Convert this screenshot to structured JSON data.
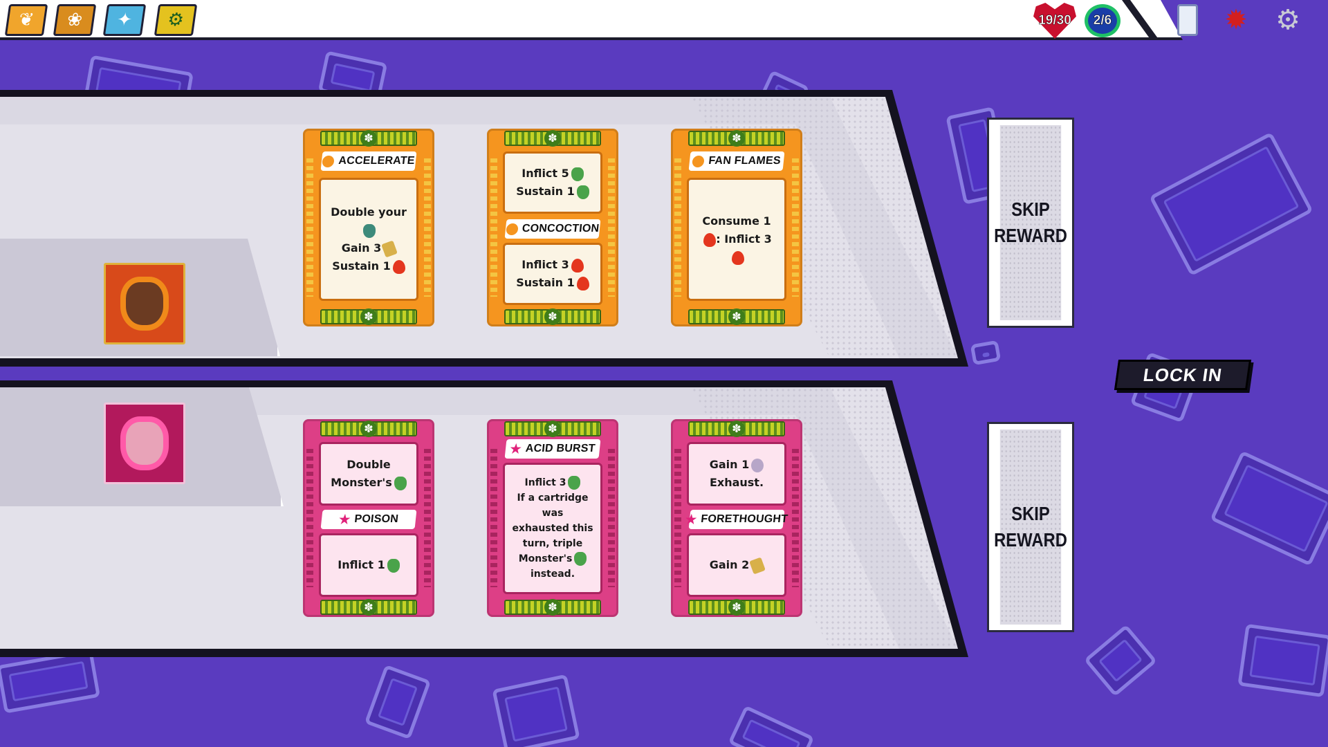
{
  "topbar": {
    "relics": [
      {
        "icon": "feather-relic-icon",
        "color": "#f0a52c"
      },
      {
        "icon": "lotus-relic-icon",
        "color": "#d98c1e"
      },
      {
        "icon": "crystal-relic-icon",
        "color": "#4fb4e0"
      },
      {
        "icon": "gear-relic-icon",
        "color": "#e4c21f"
      }
    ],
    "health": "19/30",
    "deck_progress": "2/6",
    "icons": [
      "deck-icon",
      "bug-icon",
      "settings-icon"
    ]
  },
  "rows": [
    {
      "character": "orange-hero-portrait",
      "color": "#f5951f",
      "cards": [
        {
          "title": "ACCELERATE",
          "text": [
            "Double your",
            "Gain 3",
            "Sustain 1"
          ]
        },
        {
          "top_text": [
            "Inflict 5",
            "Sustain 1"
          ],
          "title": "CONCOCTION",
          "bottom_text": [
            "Inflict 3",
            "Sustain 1"
          ]
        },
        {
          "title": "FAN FLAMES",
          "text": [
            "Consume 1",
            ": Inflict 3"
          ]
        }
      ],
      "skip_label_1": "SKIP",
      "skip_label_2": "REWARD"
    },
    {
      "character": "pink-hero-portrait",
      "color": "#dd3f86",
      "cards": [
        {
          "top_text": [
            "Double",
            "Monster's"
          ],
          "title": "POISON",
          "bottom_text": [
            "Inflict 1"
          ]
        },
        {
          "title": "ACID BURST",
          "text": [
            "Inflict 3",
            "If a cartridge",
            "was",
            "exhausted this",
            "turn, triple",
            "Monster's",
            "instead."
          ]
        },
        {
          "top_text": [
            "Gain 1",
            "Exhaust."
          ],
          "title": "FORETHOUGHT",
          "bottom_text": [
            "Gain 2"
          ]
        }
      ],
      "skip_label_1": "SKIP",
      "skip_label_2": "REWARD"
    }
  ],
  "lock_in_label": "LOCK IN"
}
